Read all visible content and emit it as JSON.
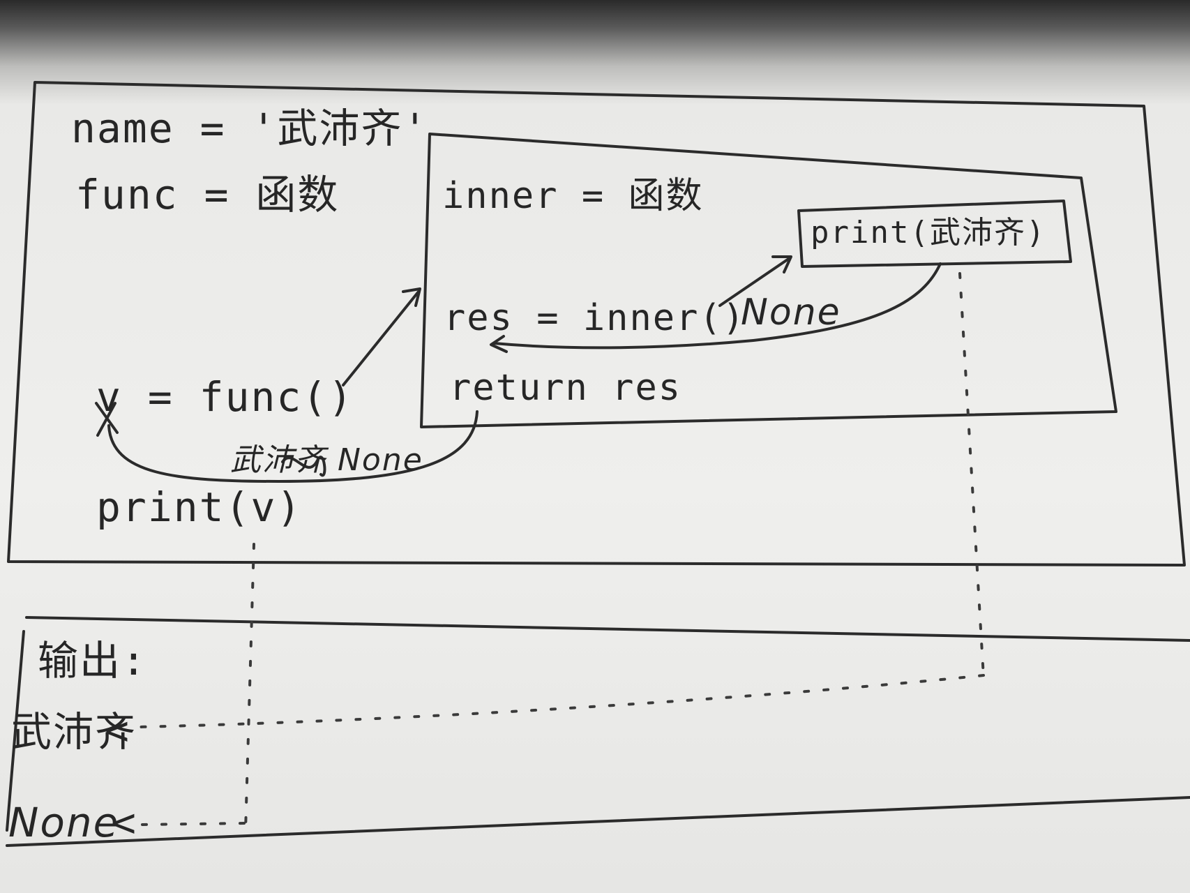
{
  "outer_scope": {
    "assign_name": "name = '武沛齐'",
    "assign_func": "func = 函数",
    "call_func": "v = func()",
    "print_v": "print(v)",
    "return_labels": "武沛齐 None"
  },
  "func_scope": {
    "assign_inner": "inner = 函数",
    "call_inner": "res = inner()",
    "return_res": "return res",
    "return_label": "None"
  },
  "inner_scope": {
    "print_stmt": "print(武沛齐)"
  },
  "output": {
    "header": "输出:",
    "line1": "武沛齐",
    "line2": "None"
  },
  "colors": {
    "ink": "#2b2b2b",
    "paper": "#efefed"
  }
}
